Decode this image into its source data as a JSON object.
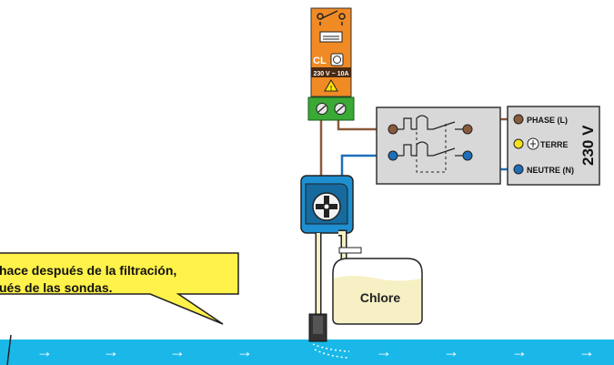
{
  "relay": {
    "cl_label": "CL",
    "rating": "230 V ~ 10A"
  },
  "panel": {
    "phase": "PHASE (L)",
    "earth": "TERRE",
    "neutral": "NEUTRE (N)",
    "voltage": "230 V"
  },
  "tank": {
    "label": "Chlore"
  },
  "callout": {
    "line1": "hace después de la filtración,",
    "line2": "ués de las sondas."
  },
  "pipe": {
    "arrows": [
      "→",
      "→",
      "→",
      "→",
      "→",
      "→",
      "→",
      "→",
      "→",
      "→",
      "→",
      "→"
    ]
  },
  "colors": {
    "relay_orange": "#f08a24",
    "terminal_green": "#3aa935",
    "switch_panel": "#d8d8d8",
    "wire_brown": "#8a5a3c",
    "wire_blue": "#1d6fb8",
    "pump_blue": "#1e8fd0",
    "pipe_cyan": "#19b8e8",
    "tank_liquid": "#f6f0c4",
    "callout_yellow": "#fff24a"
  }
}
